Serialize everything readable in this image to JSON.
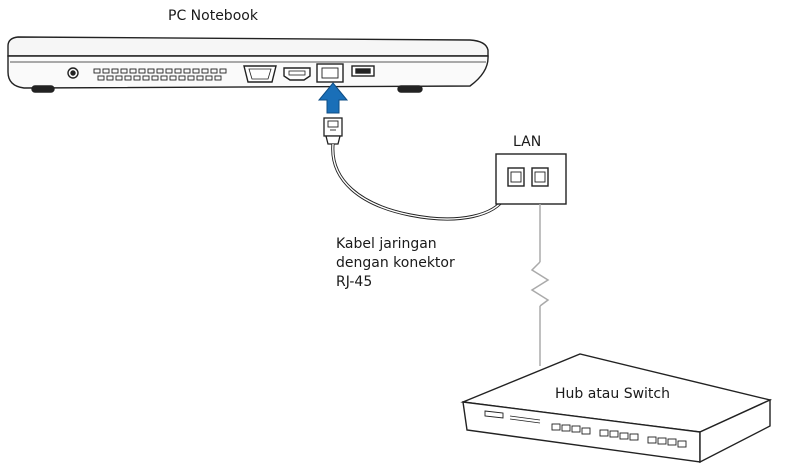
{
  "labels": {
    "notebook": "PC Notebook",
    "lan": "LAN",
    "cable_line1": "Kabel jaringan",
    "cable_line2": "dengan konektor",
    "cable_line3": "RJ-45",
    "hub": "Hub atau Switch"
  },
  "colors": {
    "arrow": "#1a6fb8",
    "outline": "#222222",
    "body_fill": "#f4f4f4"
  }
}
